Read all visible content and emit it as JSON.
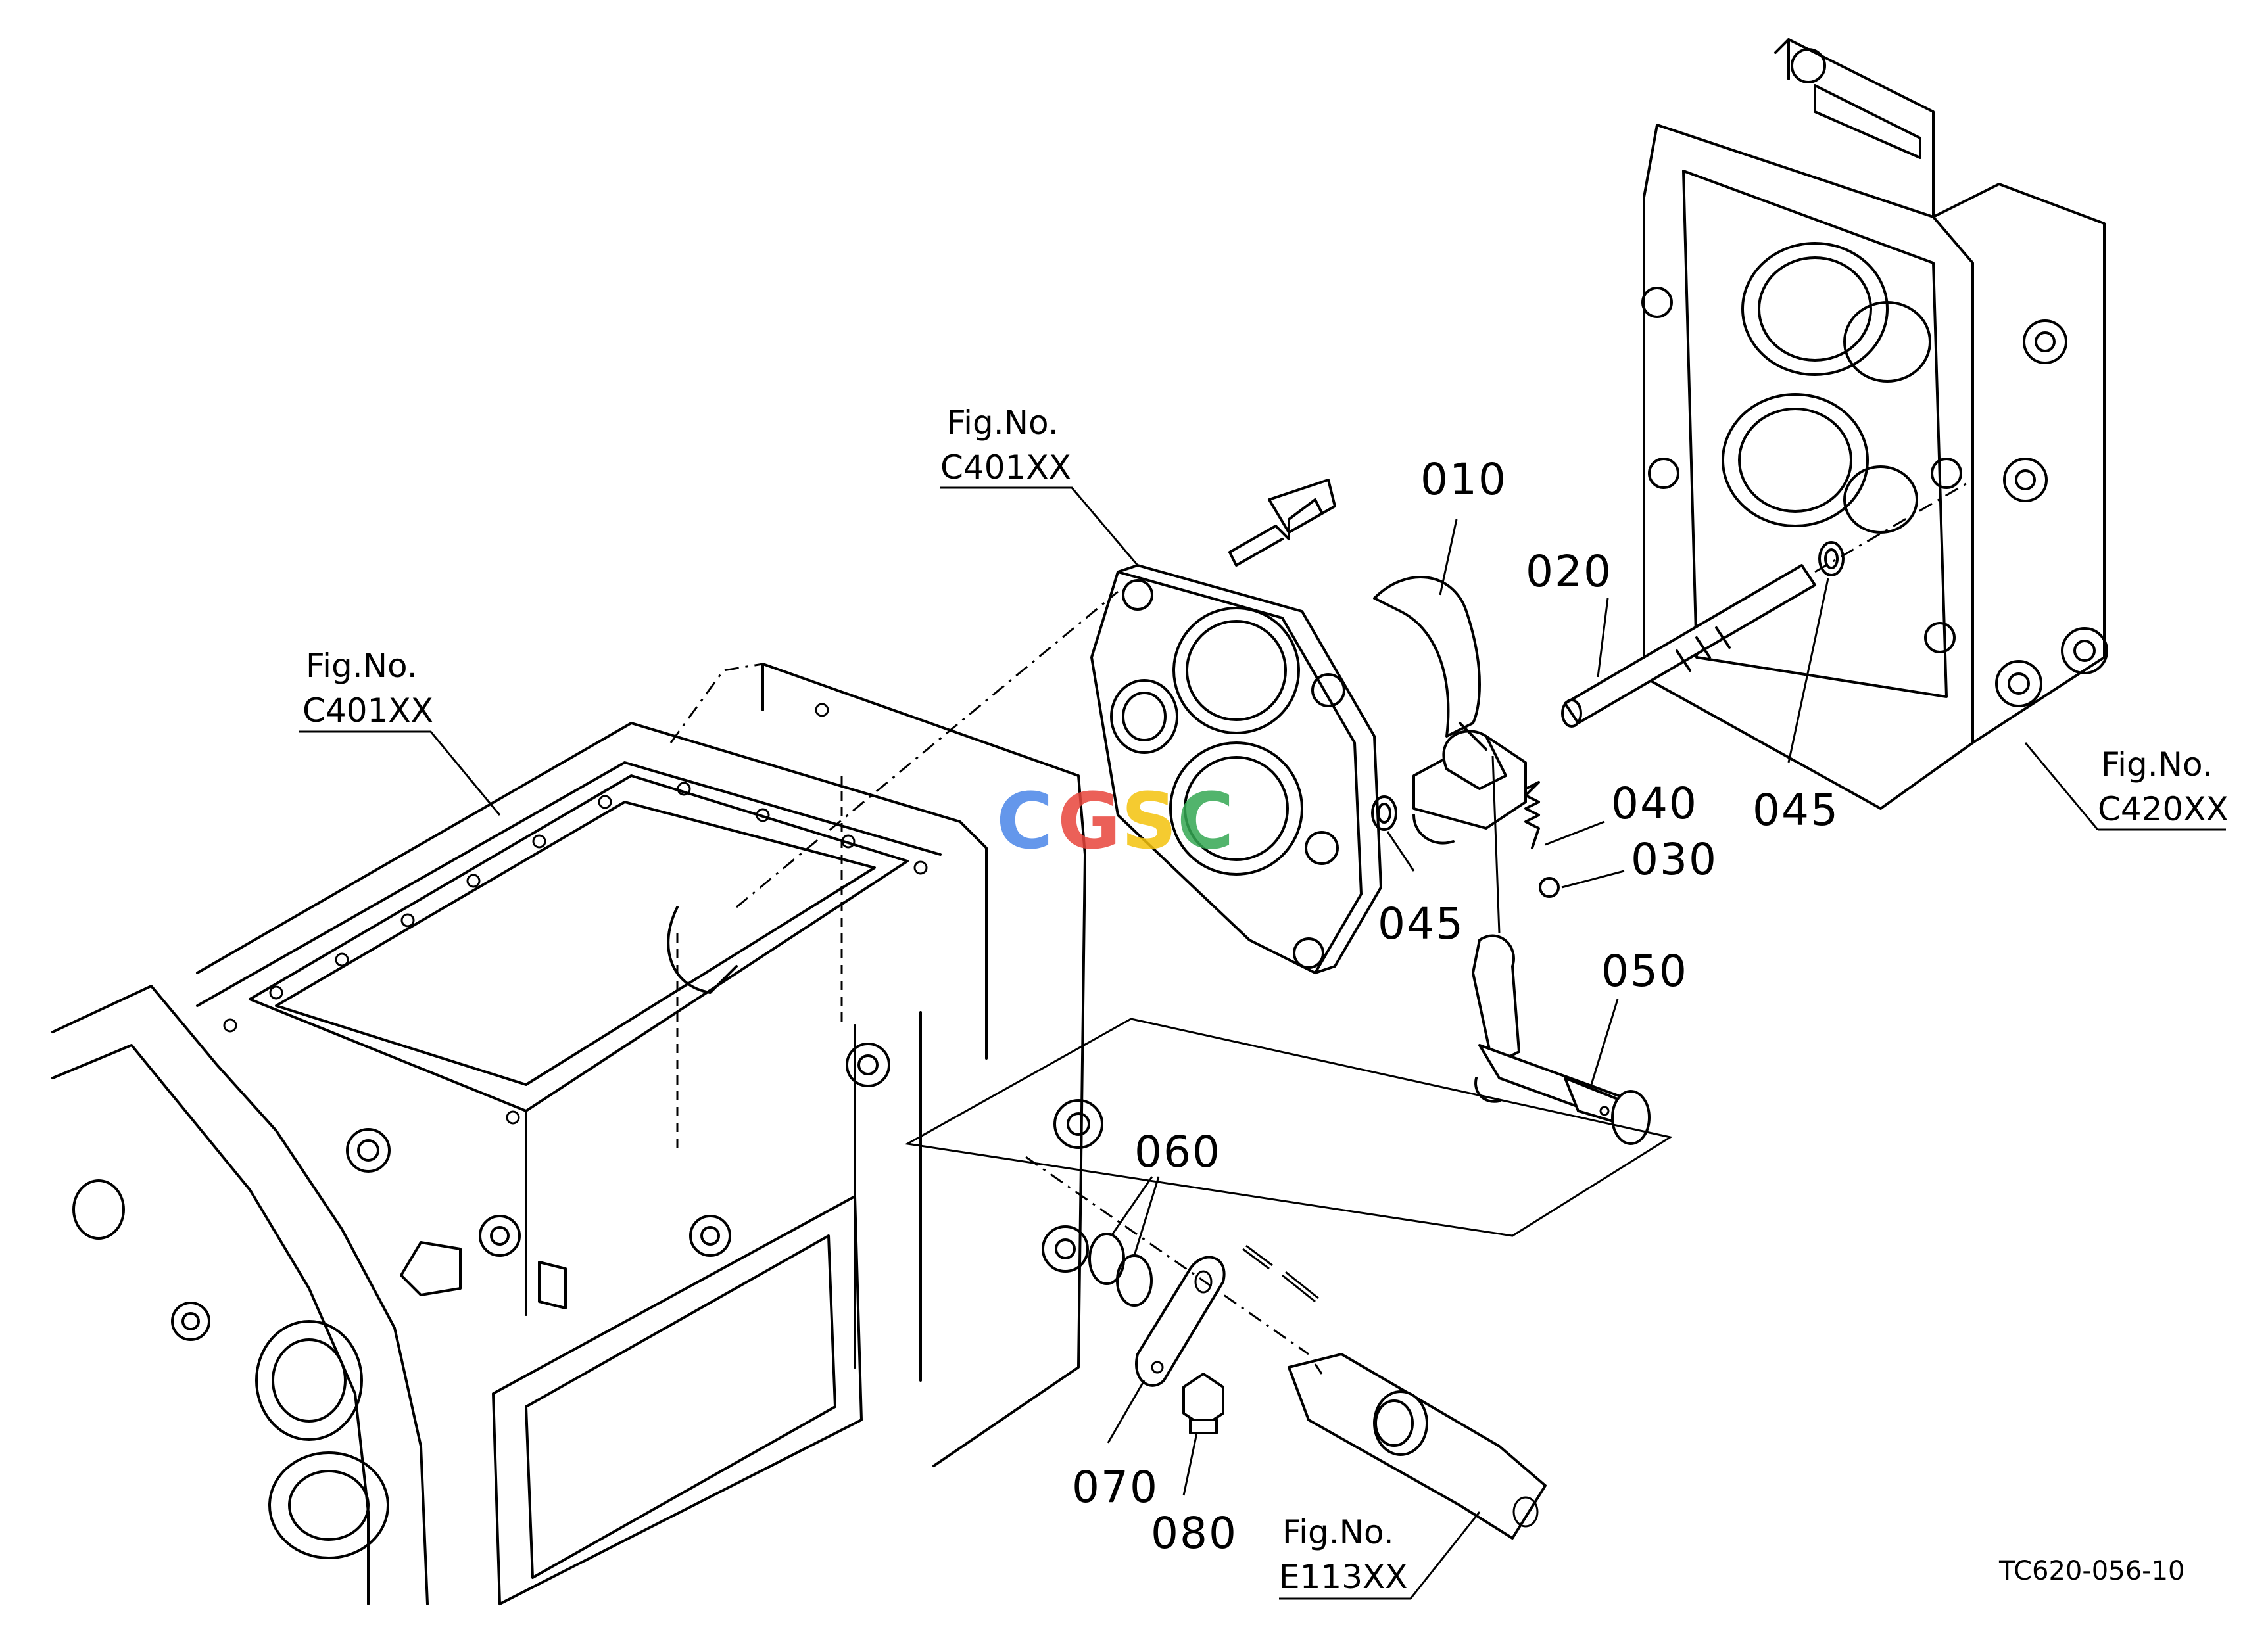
{
  "figure_refs": [
    {
      "label": "Fig.No.",
      "code": "C401XX"
    },
    {
      "label": "Fig.No.",
      "code": "C401XX"
    },
    {
      "label": "Fig.No.",
      "code": "C420XX"
    },
    {
      "label": "Fig.No.",
      "code": "E113XX"
    }
  ],
  "parts": {
    "p010": "010",
    "p020": "020",
    "p030": "030",
    "p040": "040",
    "p045a": "045",
    "p045b": "045",
    "p050": "050",
    "p060": "060",
    "p070": "070",
    "p080": "080"
  },
  "watermark": {
    "letters": [
      "C",
      "G",
      "S",
      "C"
    ],
    "colors": [
      "#4a86e8",
      "#e8453c",
      "#f4c20d",
      "#34a853"
    ]
  },
  "drawing_code": "TC620-056-10"
}
